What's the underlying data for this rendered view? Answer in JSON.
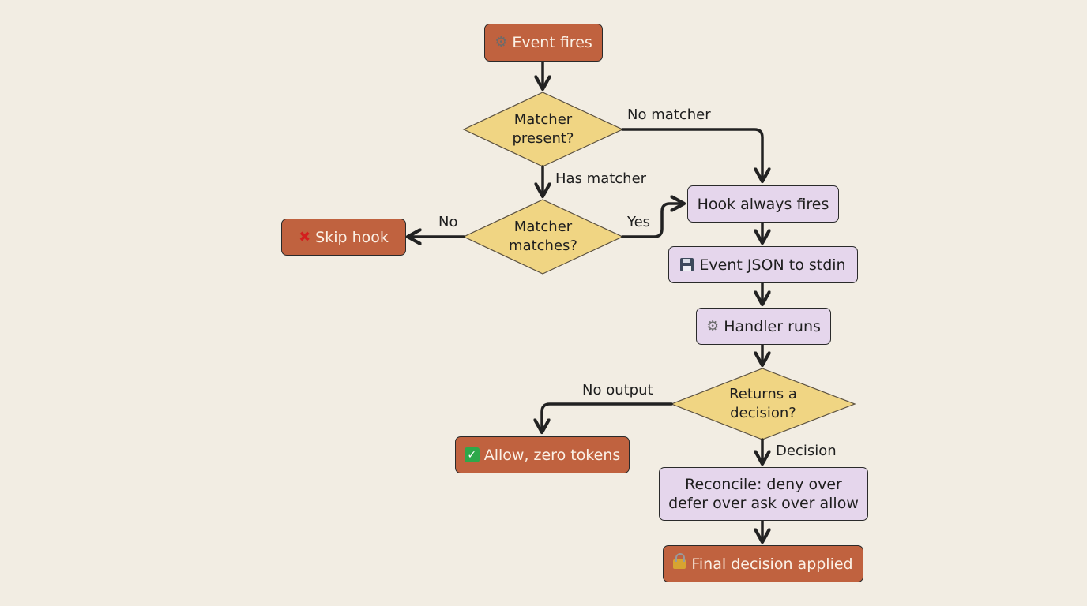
{
  "nodes": {
    "event_fires": {
      "icon": "gear-icon",
      "label": "Event fires"
    },
    "matcher_present": {
      "label": "Matcher\npresent?"
    },
    "matcher_matches": {
      "label": "Matcher\nmatches?"
    },
    "skip_hook": {
      "icon": "red-x-icon",
      "label": "Skip hook"
    },
    "hook_always_fires": {
      "label": "Hook always fires"
    },
    "event_json": {
      "icon": "floppy-disk-icon",
      "label": "Event JSON to stdin"
    },
    "handler_runs": {
      "icon": "gear-icon",
      "label": "Handler runs"
    },
    "returns_decision": {
      "label": "Returns a\ndecision?"
    },
    "allow_zero": {
      "icon": "check-icon",
      "label": "Allow, zero tokens"
    },
    "reconcile": {
      "label": "Reconcile: deny over\ndefer over ask over allow"
    },
    "final_decision": {
      "icon": "lock-icon",
      "label": "Final decision applied"
    }
  },
  "edges": {
    "no_matcher": "No matcher",
    "has_matcher": "Has matcher",
    "no": "No",
    "yes": "Yes",
    "no_output": "No output",
    "decision": "Decision"
  },
  "colors": {
    "background": "#f2ede3",
    "terminal": "#c0623f",
    "process": "#e5d6ec",
    "decision": "#f0d583",
    "stroke": "#2a2a2a"
  }
}
